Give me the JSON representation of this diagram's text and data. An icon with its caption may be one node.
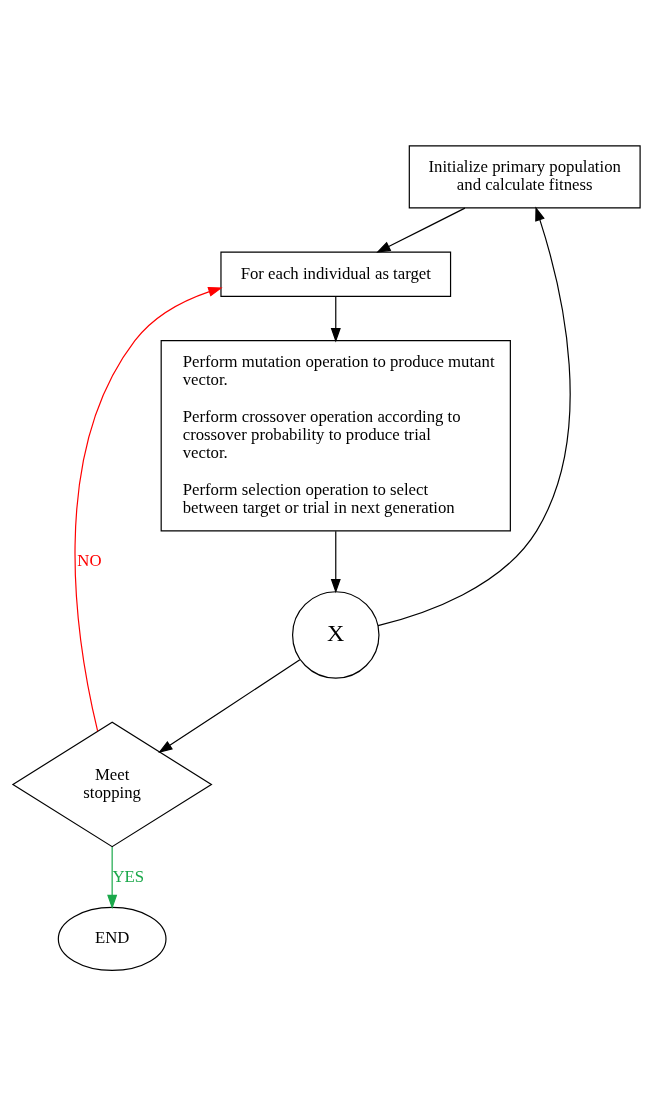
{
  "diagram": {
    "nodes": [
      {
        "text": [
          "Initialize primary population and calculate fitness"
        ]
      },
      {
        "text": [
          "For each individual as target"
        ]
      },
      {
        "text": [
          "Perform mutation operation to produce mutant vector.",
          "Perform crossover operation according to crossover probability to produce trial vector.",
          "Perform selection operation to select between target or trial in next generation"
        ]
      },
      {
        "text": [
          "X"
        ]
      },
      {
        "text": [
          "Meet stopping"
        ]
      },
      {
        "text": [
          "END"
        ]
      }
    ],
    "edges": [
      {
        "from": 0,
        "to": 1,
        "arrow": "to"
      },
      {
        "from": 1,
        "to": 2,
        "arrow": "to"
      },
      {
        "from": 2,
        "to": 3,
        "arrow": "to"
      },
      {
        "from": 3,
        "to": 4,
        "arrow": "to"
      },
      {
        "from": 3,
        "to": 0,
        "arrow": "to"
      },
      {
        "from": 4,
        "to": 1,
        "arrow": "to",
        "label": "NO",
        "color": "#ff0000"
      },
      {
        "from": 4,
        "to": 5,
        "arrow": "to",
        "label": "YES",
        "color": "#1aa84a"
      }
    ]
  }
}
